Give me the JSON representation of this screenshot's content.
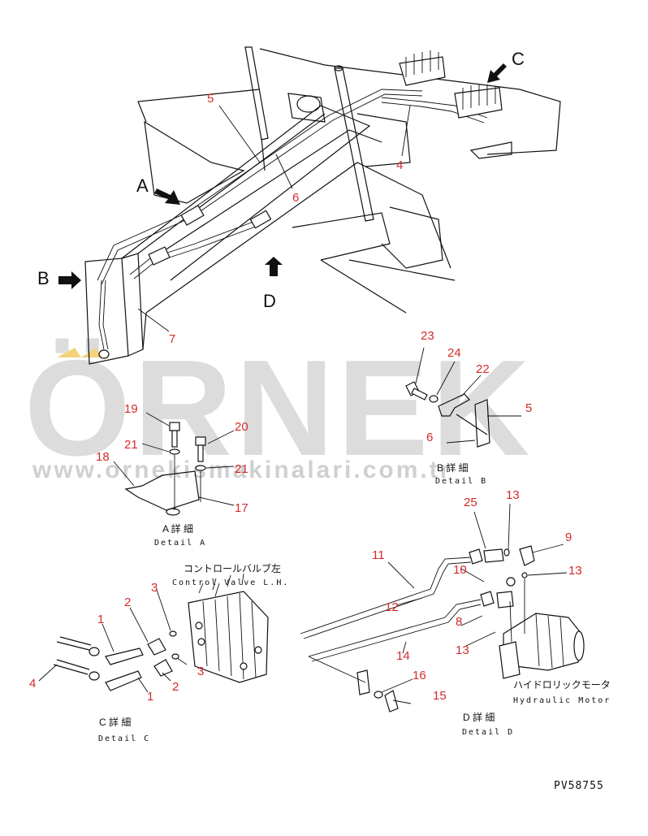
{
  "watermark": {
    "brand": "ÖRNEK",
    "url": "www.ornekismakinalari.com.tr"
  },
  "view_labels": {
    "a": "A",
    "b": "B",
    "c": "C",
    "d": "D"
  },
  "main_callouts": {
    "n5": "5",
    "n6": "6",
    "n4": "4",
    "n7": "7"
  },
  "detail_a": {
    "jp": "A 詳 細",
    "en": "Detail A",
    "callouts": {
      "n19": "19",
      "n20": "20",
      "n21a": "21",
      "n21b": "21",
      "n18": "18",
      "n17": "17"
    }
  },
  "detail_b": {
    "jp": "B 詳 細",
    "en": "Detail B",
    "callouts": {
      "n23": "23",
      "n24": "24",
      "n22": "22",
      "n5": "5",
      "n6": "6"
    }
  },
  "detail_c": {
    "jp": "C 詳 細",
    "en": "Detail C",
    "component_jp": "コントロールバルブ左",
    "component_en": "Control Valve L.H.",
    "callouts": {
      "n1a": "1",
      "n1b": "1",
      "n2a": "2",
      "n2b": "2",
      "n3a": "3",
      "n3b": "3",
      "n4": "4"
    }
  },
  "detail_d": {
    "jp": "D 詳 細",
    "en": "Detail D",
    "component_jp": "ハイドロリックモータ",
    "component_en": "Hydraulic Motor",
    "callouts": {
      "n25": "25",
      "n13a": "13",
      "n13b": "13",
      "n13c": "13",
      "n9": "9",
      "n11": "11",
      "n10": "10",
      "n12": "12",
      "n8": "8",
      "n14": "14",
      "n16": "16",
      "n15": "15"
    }
  },
  "drawing_code": "PV58755"
}
